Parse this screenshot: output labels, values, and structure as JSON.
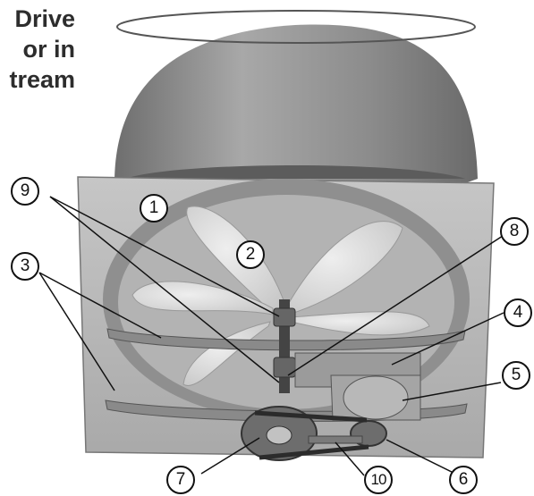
{
  "heading_lines": [
    "Drive",
    "or in",
    "tream"
  ],
  "callouts": [
    {
      "id": "1",
      "label": "1"
    },
    {
      "id": "2",
      "label": "2"
    },
    {
      "id": "3",
      "label": "3"
    },
    {
      "id": "4",
      "label": "4"
    },
    {
      "id": "5",
      "label": "5"
    },
    {
      "id": "6",
      "label": "6"
    },
    {
      "id": "7",
      "label": "7"
    },
    {
      "id": "8",
      "label": "8"
    },
    {
      "id": "9",
      "label": "9"
    },
    {
      "id": "10",
      "label": "10"
    }
  ],
  "colors": {
    "housing": "#9a9a9a",
    "panel": "#b9b9b9",
    "blade": "#d9d9d9",
    "leader": "#111111"
  }
}
